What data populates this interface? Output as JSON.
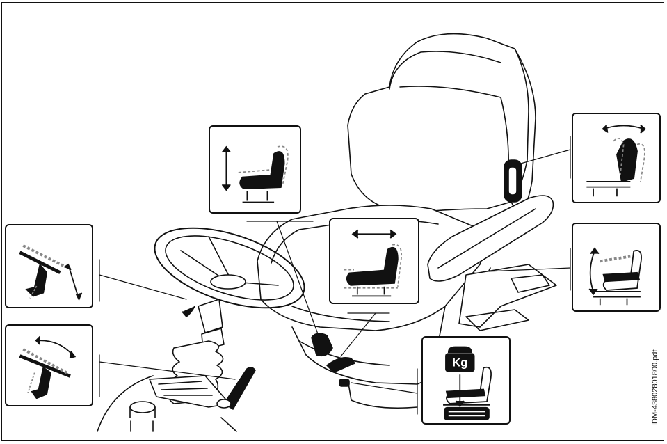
{
  "document_id": "IDM-43802801800.pdf",
  "weight_icon_label": "Kg",
  "colors": {
    "line": "#111111",
    "fill_dark": "#111111",
    "dashed_outline": "#888888",
    "background": "#ffffff"
  },
  "panels": [
    {
      "id": "steering-column-height",
      "icon": "steering-height-adjust-icon"
    },
    {
      "id": "steering-column-tilt",
      "icon": "steering-tilt-adjust-icon"
    },
    {
      "id": "seat-height",
      "icon": "seat-height-adjust-icon"
    },
    {
      "id": "seat-fore-aft",
      "icon": "seat-fore-aft-adjust-icon"
    },
    {
      "id": "backrest-recline",
      "icon": "backrest-recline-icon"
    },
    {
      "id": "armrest-angle",
      "icon": "armrest-angle-adjust-icon"
    },
    {
      "id": "weight-adjustment",
      "icon": "weight-adjust-icon"
    }
  ]
}
